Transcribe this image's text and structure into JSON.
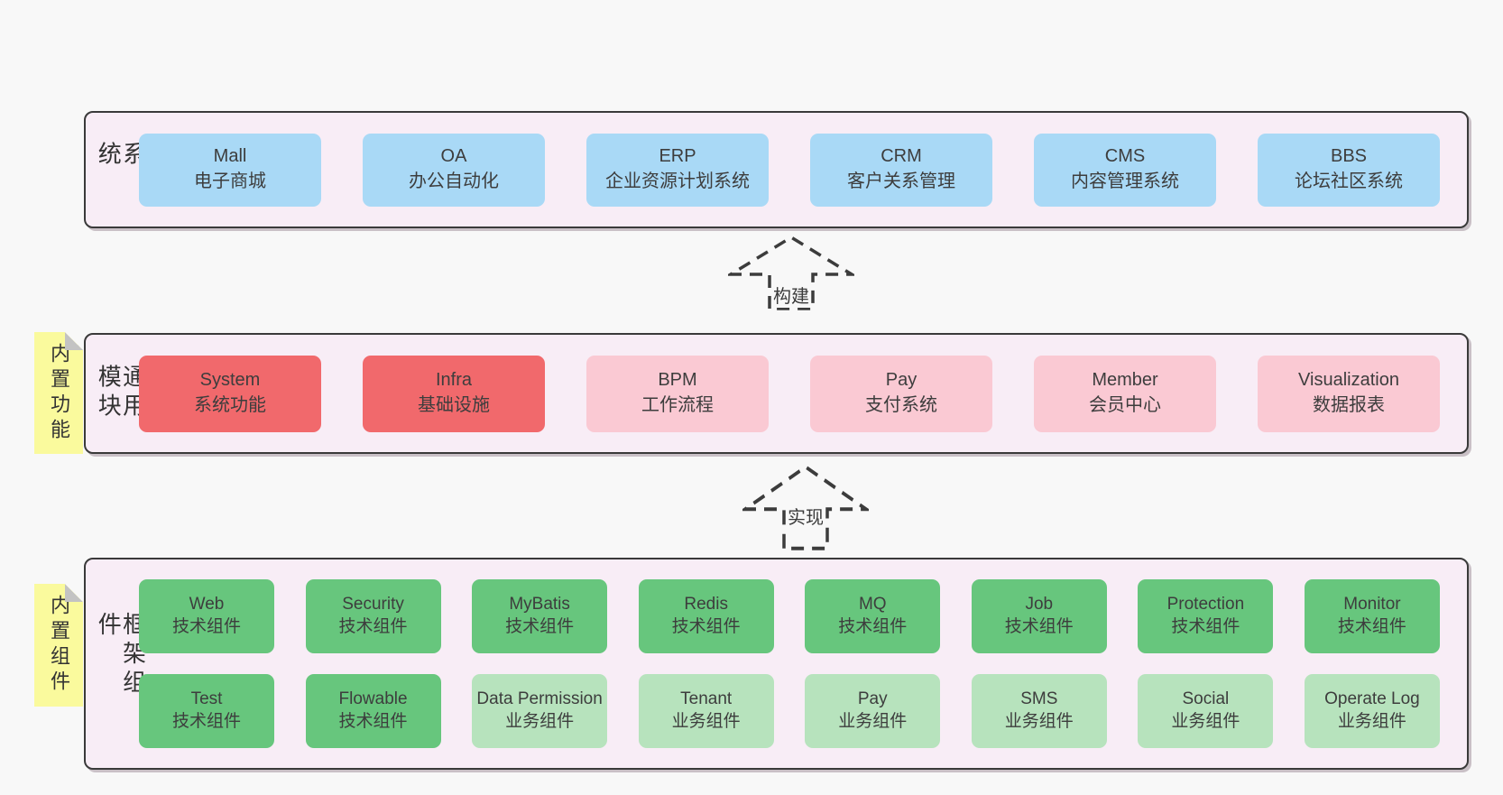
{
  "colors": {
    "page_bg": "#f8f8f8",
    "band_bg": "#f8edf6",
    "band_border": "#3a3a3a",
    "blue_card": "#a9d9f6",
    "red_card": "#f1696c",
    "pink_card": "#fac9d3",
    "green_card": "#67c67d",
    "light_green_card": "#b7e3bd",
    "note_yellow": "#fafa9d",
    "text": "#3d3d3d"
  },
  "arrows": [
    {
      "label": "构建"
    },
    {
      "label": "实现"
    }
  ],
  "bands": [
    {
      "label": "业务系统",
      "rows": [
        [
          {
            "title": "Mall",
            "subtitle": "电子商城",
            "variant": "blue"
          },
          {
            "title": "OA",
            "subtitle": "办公自动化",
            "variant": "blue"
          },
          {
            "title": "ERP",
            "subtitle": "企业资源计划系统",
            "variant": "blue"
          },
          {
            "title": "CRM",
            "subtitle": "客户关系管理",
            "variant": "blue"
          },
          {
            "title": "CMS",
            "subtitle": "内容管理系统",
            "variant": "blue"
          },
          {
            "title": "BBS",
            "subtitle": "论坛社区系统",
            "variant": "blue"
          }
        ]
      ]
    },
    {
      "label": "通用模块",
      "note": "内置功能",
      "rows": [
        [
          {
            "title": "System",
            "subtitle": "系统功能",
            "variant": "red"
          },
          {
            "title": "Infra",
            "subtitle": "基础设施",
            "variant": "red"
          },
          {
            "title": "BPM",
            "subtitle": "工作流程",
            "variant": "pink"
          },
          {
            "title": "Pay",
            "subtitle": "支付系统",
            "variant": "pink"
          },
          {
            "title": "Member",
            "subtitle": "会员中心",
            "variant": "pink"
          },
          {
            "title": "Visualization",
            "subtitle": "数据报表",
            "variant": "pink"
          }
        ]
      ]
    },
    {
      "label": "框架组件",
      "note": "内置组件",
      "rows": [
        [
          {
            "title": "Web",
            "subtitle": "技术组件",
            "variant": "green"
          },
          {
            "title": "Security",
            "subtitle": "技术组件",
            "variant": "green"
          },
          {
            "title": "MyBatis",
            "subtitle": "技术组件",
            "variant": "green"
          },
          {
            "title": "Redis",
            "subtitle": "技术组件",
            "variant": "green"
          },
          {
            "title": "MQ",
            "subtitle": "技术组件",
            "variant": "green"
          },
          {
            "title": "Job",
            "subtitle": "技术组件",
            "variant": "green"
          },
          {
            "title": "Protection",
            "subtitle": "技术组件",
            "variant": "green"
          },
          {
            "title": "Monitor",
            "subtitle": "技术组件",
            "variant": "green"
          }
        ],
        [
          {
            "title": "Test",
            "subtitle": "技术组件",
            "variant": "green"
          },
          {
            "title": "Flowable",
            "subtitle": "技术组件",
            "variant": "green"
          },
          {
            "title": "Data Permission",
            "subtitle": "业务组件",
            "variant": "lightgreen"
          },
          {
            "title": "Tenant",
            "subtitle": "业务组件",
            "variant": "lightgreen"
          },
          {
            "title": "Pay",
            "subtitle": "业务组件",
            "variant": "lightgreen"
          },
          {
            "title": "SMS",
            "subtitle": "业务组件",
            "variant": "lightgreen"
          },
          {
            "title": "Social",
            "subtitle": "业务组件",
            "variant": "lightgreen"
          },
          {
            "title": "Operate Log",
            "subtitle": "业务组件",
            "variant": "lightgreen"
          }
        ]
      ]
    }
  ]
}
